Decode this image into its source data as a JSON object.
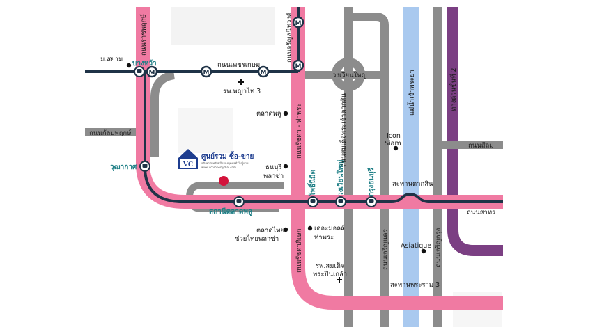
{
  "colors": {
    "pink_road": "#f07aa2",
    "gray_road": "#8c8c8c",
    "river": "#a9c9ef",
    "purple_road": "#7b3f83",
    "mrt_line": "#1f3347",
    "station_label": "#1f7f86",
    "poi_marker": "#d3133b",
    "logo_blue": "#1e3d8f"
  },
  "icons": {
    "mrt_station": "m-circle-icon",
    "bts_station": "train-icon",
    "poi": "dot-icon",
    "hospital": "cross-icon"
  },
  "roads": {
    "charan_sanitwong": "ถนนจรัญสนิทวงศ์",
    "phet_kasem": "ถนนเพชรเกษม",
    "rat_pruk": "ถนนราชพฤกษ์",
    "kanlapaphruek": "ถนนกัลปพฤกษ์",
    "ratchada_thapra": "ถนนรัชดา - ท่าพระ",
    "somdet_chao_phraya": "ถนนสมเด็จพระเจ้าตากสิน",
    "charoen_nakhon": "ถนนเจริญนคร",
    "charoen_krung": "ถนนเจริญกรุง",
    "ratchadaphisek": "ถนนรัชดาภิเษก",
    "sathorn": "ถนนสาทร",
    "silom": "ถนนสีลม",
    "expressway_2": "ทางด่วนขั้นที่ 2",
    "chao_phraya_river": "แม่น้ำเจ้าพระยา"
  },
  "stations": {
    "bang_wa": "บางหว้า",
    "wutthakat": "วุฒากาศ",
    "talat_phlu": "สถานีตลาดพลู",
    "pho_nimit": "โพธิ์นิมิต",
    "wongwian_yai": "วงเวียนใหญ่",
    "krung_thon_buri": "กรุงธนบุรี"
  },
  "mrt_marker": "M",
  "places": {
    "siam_university": "ม.สยาม",
    "phyathai3_hospital": "รพ.พญาไท 3",
    "talat_phlu_market": "ตลาดพลู",
    "thonburi_plaza_1": "ธนบุรี",
    "thonburi_plaza_2": "พลาซ่า",
    "talat_thai_1": "ตลาดไทย",
    "talat_thai_2": "ซ่วยไทยพลาซ่า",
    "the_mall_1": "เดอะมอลล์",
    "the_mall_2": "ท่าพระ",
    "somdet_hospital_1": "รพ.สมเด็จ",
    "somdet_hospital_2": "พระปิ่นเกล้า",
    "icon_siam_1": "Icon",
    "icon_siam_2": "Siam",
    "asiatique": "Asiatique",
    "wongwian_yai_circle": "วงเวียนใหญ่",
    "taksin_bridge": "สะพานตากสิน",
    "rama3_bridge": "สะพานพระราม 3"
  },
  "logo": {
    "mark": "VC",
    "title": "ศูนย์รวม ซื้อ-ขาย",
    "subtitle": "อสังหาริมทรัพย์มือสองบุคคลทั่วไปผู้ขาย",
    "url": "www.vcpropertythai.com"
  }
}
